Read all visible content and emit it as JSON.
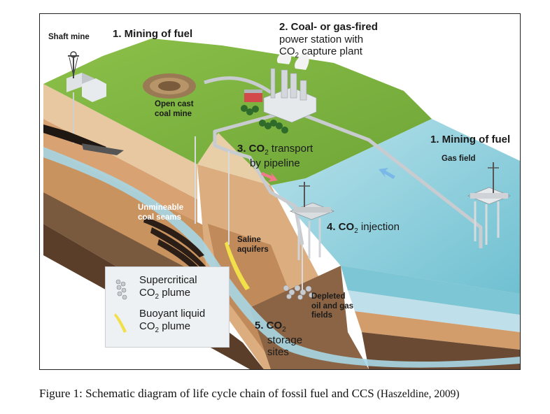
{
  "labels": {
    "shaft_mine": "Shaft mine",
    "mining_fuel_left": "1. Mining of fuel",
    "power_station_line1": "2. Coal- or gas-fired",
    "power_station_line2": "power station with",
    "power_station_line3_pre": "CO",
    "power_station_line3_sub": "2",
    "power_station_line3_post": " capture plant",
    "open_cast_line1": "Open cast",
    "open_cast_line2": "coal mine",
    "transport_line1_pre": "3. CO",
    "transport_line1_sub": "2",
    "transport_line1_post": " transport",
    "transport_line2": "by pipeline",
    "mining_fuel_right": "1. Mining of fuel",
    "gas_field": "Gas field",
    "unmineable_line1": "Unmineable",
    "unmineable_line2": "coal seams",
    "saline_line1": "Saline",
    "saline_line2": "aquifers",
    "injection_pre": "4. CO",
    "injection_sub": "2",
    "injection_post": " injection",
    "depleted_line1": "Depleted",
    "depleted_line2": "oil and gas",
    "depleted_line3": "fields",
    "storage_line1_pre": "5. CO",
    "storage_line1_sub": "2",
    "storage_line2": "storage",
    "storage_line3": "sites"
  },
  "legend": {
    "supercritical_line1": "Supercritical",
    "supercritical_line2_pre": "CO",
    "supercritical_line2_sub": "2",
    "supercritical_line2_post": " plume",
    "buoyant_line1": "Buoyant liquid",
    "buoyant_line2_pre": "CO",
    "buoyant_line2_sub": "2",
    "buoyant_line2_post": " plume"
  },
  "caption": {
    "text": "Figure 1: Schematic diagram of life cycle chain of fossil fuel and CCS",
    "source": " (Haszeldine, 2009)"
  },
  "colors": {
    "grass": "#7fb33e",
    "sea": "#9fd3df",
    "sea_deep": "#5fb4c8",
    "soil_light": "#e8c8a0",
    "soil_mid": "#d8a273",
    "soil_dark": "#6a4a32",
    "aquifer_blue": "#9ccfe0",
    "pipeline": "#c8ccd0",
    "arrow_pink": "#f07a8a",
    "arrow_blue": "#7ab8e8",
    "plume_yellow": "#f2e04a"
  }
}
